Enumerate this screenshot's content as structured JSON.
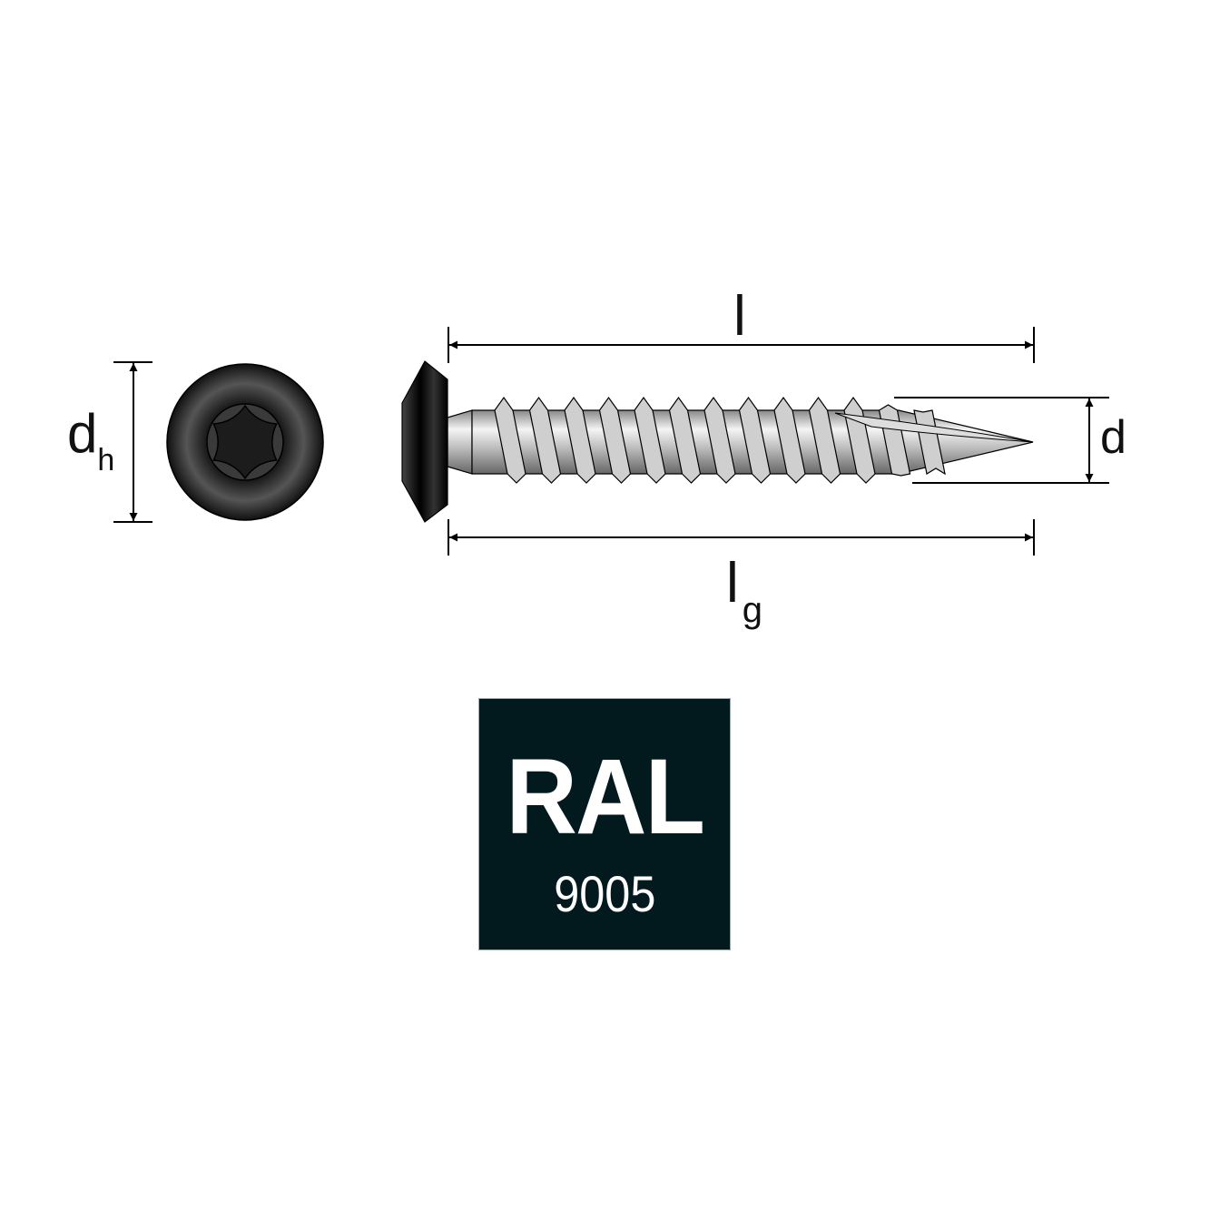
{
  "dimensions": {
    "head_diameter": {
      "symbol": "d",
      "subscript": "h"
    },
    "length": {
      "symbol": "l"
    },
    "thread_length": {
      "symbol": "l",
      "subscript": "g"
    },
    "diameter": {
      "symbol": "d"
    }
  },
  "color_badge": {
    "title": "RAL",
    "code": "9005",
    "background": "#021a1e"
  },
  "icons": [
    "screw-head-top-view",
    "torx-drive",
    "screw-side-view"
  ]
}
